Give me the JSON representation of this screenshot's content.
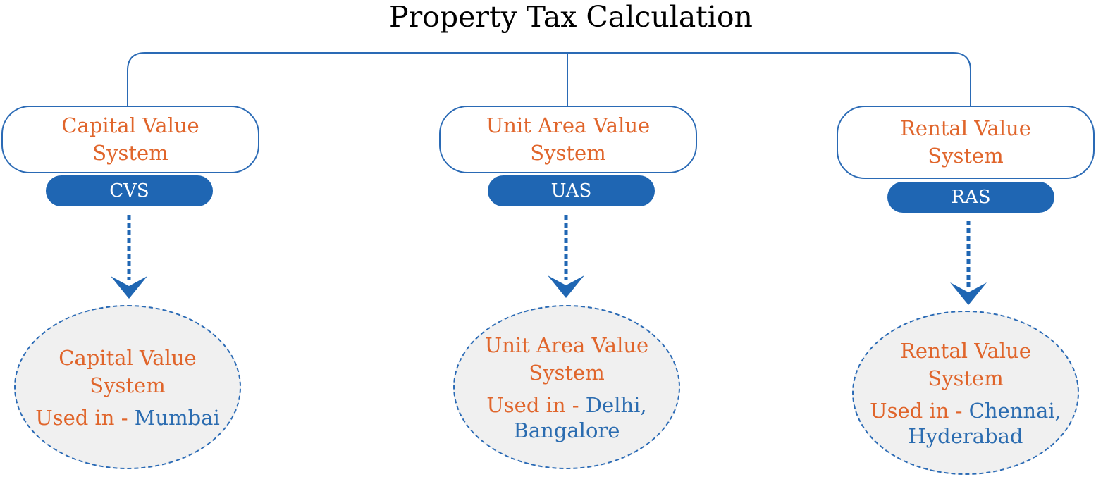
{
  "title": "Property Tax Calculation",
  "colors": {
    "line": "#2a6ab5",
    "pill": "#1f66b3",
    "orange_text": "#e0652b",
    "blue_text": "#2b6cb0",
    "ellipse_fill": "#f0f0f0"
  },
  "systems": [
    {
      "name_line1": "Capital Value",
      "name_line2": "System",
      "abbr": "CVS",
      "detail_title_line1": "Capital Value",
      "detail_title_line2": "System",
      "used_label": "Used in - ",
      "cities_line1": "Mumbai",
      "cities_line2": ""
    },
    {
      "name_line1": "Unit Area Value",
      "name_line2": "System",
      "abbr": "UAS",
      "detail_title_line1": "Unit Area Value",
      "detail_title_line2": "System",
      "used_label": "Used in - ",
      "cities_line1": "Delhi,",
      "cities_line2": "Bangalore"
    },
    {
      "name_line1": "Rental Value",
      "name_line2": "System",
      "abbr": "RAS",
      "detail_title_line1": "Rental Value",
      "detail_title_line2": "System",
      "used_label": "Used in - ",
      "cities_line1": "Chennai,",
      "cities_line2": "Hyderabad"
    }
  ]
}
